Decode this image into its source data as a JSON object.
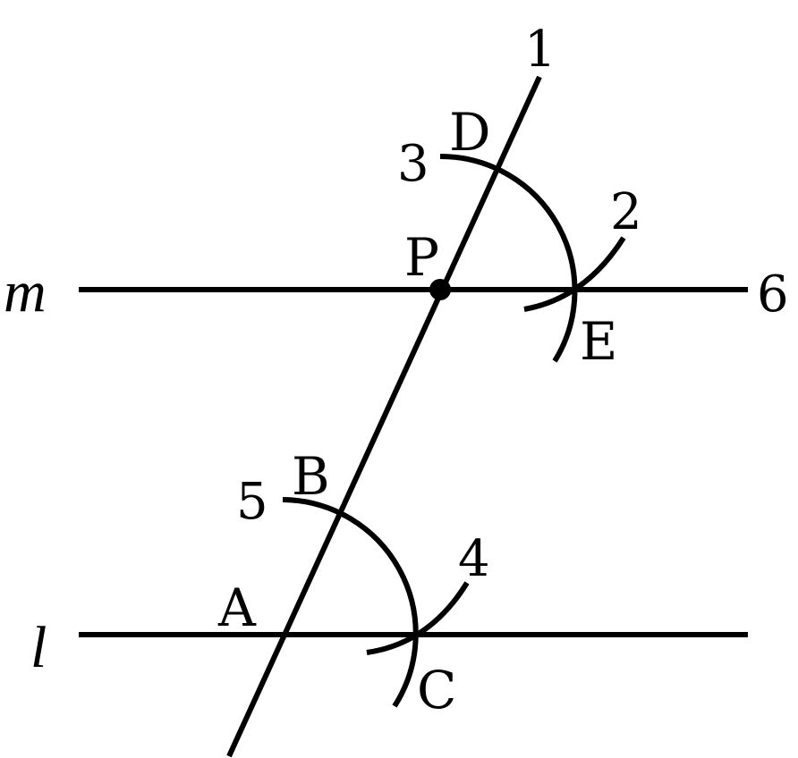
{
  "diagram": {
    "line_labels": {
      "m": "m",
      "l": "l"
    },
    "points": {
      "P": "P",
      "A": "A",
      "B": "B",
      "C": "C",
      "D": "D",
      "E": "E"
    },
    "steps": {
      "s1": "1",
      "s2": "2",
      "s3": "3",
      "s4": "4",
      "s5": "5",
      "s6": "6"
    }
  }
}
